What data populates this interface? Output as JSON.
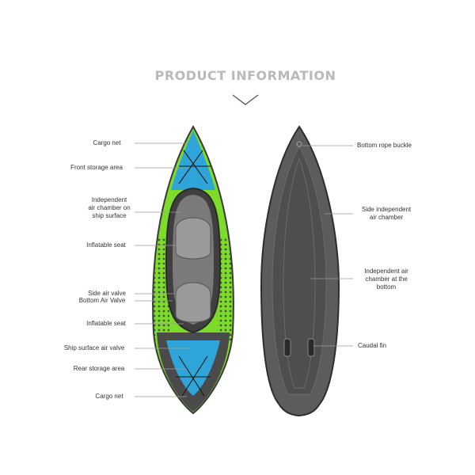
{
  "title": "PRODUCT INFORMATION",
  "colors": {
    "green": "#7ddc2a",
    "blue": "#2ea4d8",
    "dark": "#4a4a4a",
    "hull": "#5c5c5c",
    "title": "#b9b9b9",
    "leader": "#9a9a9a"
  },
  "left_labels": [
    "Cargo net",
    "Front storage area",
    "Independent\nair chamber on\nship surface",
    "Inflatable seat",
    "Side air valve",
    "Bottom Air Valve",
    "Inflatable seat",
    "Ship surface air valve",
    "Rear storage area",
    "Cargo net"
  ],
  "right_labels": [
    "Bottom rope buckle",
    "Side independent\nair chamber",
    "Independent air\nchamber at the\nbottom",
    "Caudal fin"
  ]
}
